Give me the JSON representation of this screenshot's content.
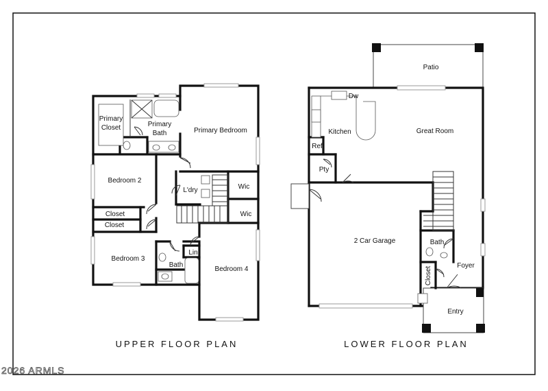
{
  "upper": {
    "title": "UPPER FLOOR PLAN",
    "rooms": {
      "primary_closet": [
        "Primary",
        "Closet"
      ],
      "primary_bath": [
        "Primary",
        "Bath"
      ],
      "primary_bedroom": "Primary Bedroom",
      "bedroom2": "Bedroom 2",
      "laundry": "L'dry",
      "wic1": "Wic",
      "wic2": "Wic",
      "closet1": "Closet",
      "closet2": "Closet",
      "bedroom3": "Bedroom 3",
      "bath": "Bath",
      "linen": "Lin",
      "bedroom4": "Bedroom 4"
    }
  },
  "lower": {
    "title": "LOWER FLOOR PLAN",
    "rooms": {
      "patio": "Patio",
      "dishwasher": "Dw",
      "kitchen": "Kitchen",
      "great_room": "Great Room",
      "refrigerator": "Ref",
      "pantry": "Pty",
      "garage": "2 Car Garage",
      "bath": "Bath",
      "foyer": "Foyer",
      "closet": "Closet",
      "entry": "Entry"
    }
  },
  "watermark": "2026 ARMLS"
}
